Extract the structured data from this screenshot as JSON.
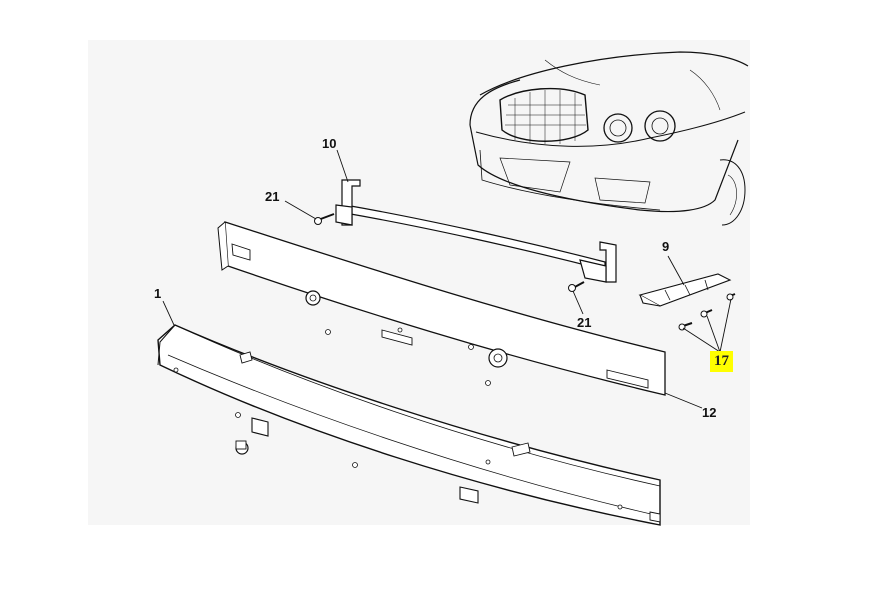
{
  "callouts": {
    "c10": "10",
    "c21a": "21",
    "c21b": "21",
    "c1": "1",
    "c9": "9",
    "c17": "17",
    "c12": "12"
  },
  "colors": {
    "line": "#111111",
    "highlight": "#ffff00"
  }
}
